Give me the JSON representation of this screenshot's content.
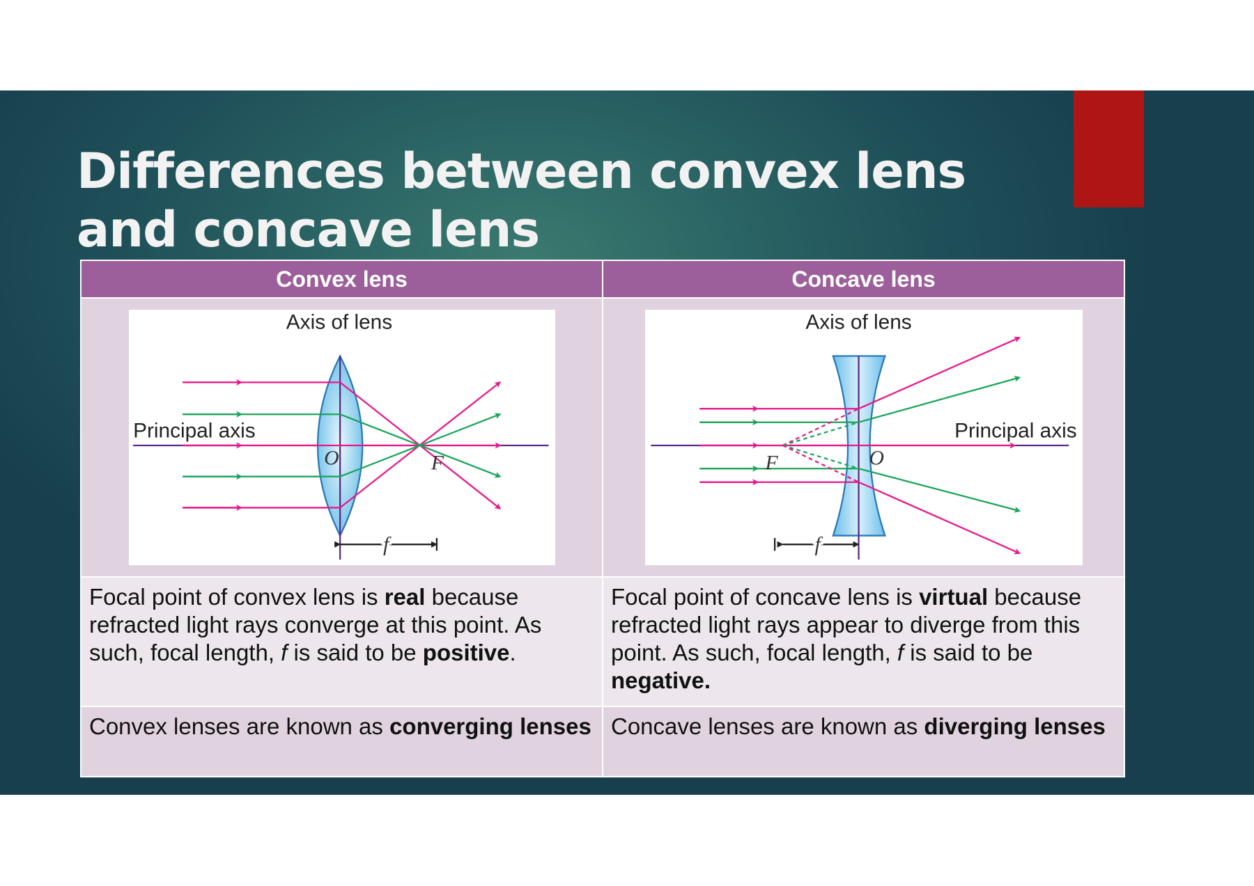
{
  "title": "Differences between convex lens and concave lens",
  "table": {
    "headers": [
      "Convex lens",
      "Concave lens"
    ],
    "diagram_labels": {
      "axis_of_lens": "Axis of lens",
      "principal_axis": "Principal axis",
      "optical_centre": "O",
      "focal_point": "F",
      "focal_length": "f"
    },
    "row_focal": {
      "convex": {
        "t1": "Focal point of convex lens is ",
        "b1": "real",
        "t2": " because refracted light rays converge at this point. As such, focal length, ",
        "i1": "f",
        "t3": " is said to be ",
        "b2": "positive",
        "t4": "."
      },
      "concave": {
        "t1": "Focal point of concave lens is ",
        "b1": "virtual",
        "t2": " because refracted light rays appear to diverge from this point. As such, focal length, ",
        "i1": "f",
        "t3": " is said to be ",
        "b2": "negative."
      }
    },
    "row_name": {
      "convex": {
        "t1": "Convex lenses are known as ",
        "b1": "converging lenses"
      },
      "concave": {
        "t1": "Concave lenses are known as ",
        "b1": "diverging lenses"
      }
    }
  },
  "colors": {
    "accent_red": "#ae1515",
    "header": "#9d5f9b",
    "ray_pink": "#e8198b",
    "ray_green": "#1aa55a",
    "axis": "#5b2a86",
    "lens": "#8fd0ef"
  }
}
